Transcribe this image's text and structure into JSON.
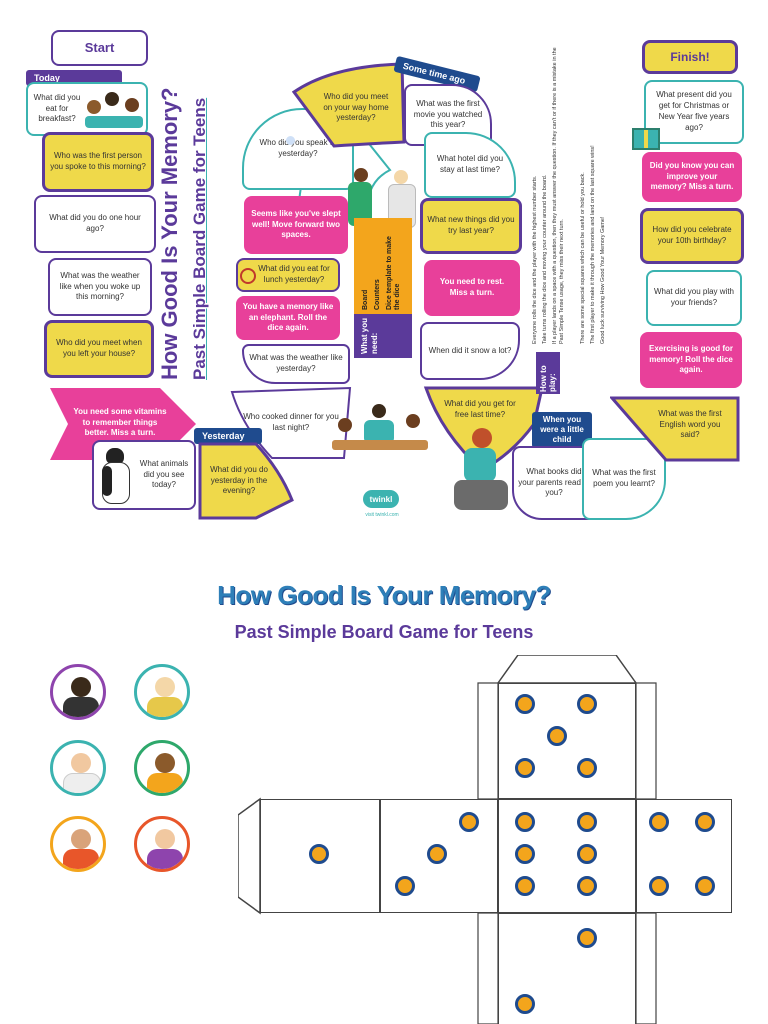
{
  "board": {
    "start_label": "Start",
    "finish_label": "Finish!",
    "vertical_title": "How Good Is Your Memory?",
    "vertical_subtitle": "Past Simple Board Game for Teens",
    "tags": {
      "today": "Today",
      "some_time_ago": "Some time ago",
      "yesterday": "Yesterday",
      "when_little": "When you were a little child"
    },
    "left_column": [
      "What did you eat for breakfast?",
      "Who was the first person you spoke to this morning?",
      "What did you do one hour ago?",
      "What was the weather like when you woke up this morning?",
      "Who did you meet when you left your house?",
      "You need some vitamins to remember things better. Miss a turn.",
      "What animals did you see today?"
    ],
    "arc": [
      "Who did you speak to yesterday?",
      "Who did you meet on your way home yesterday?",
      "What was the first movie you watched this year?",
      "What hotel did you stay at last time?",
      "What new things did you try last year?",
      "You need to rest. Miss a turn.",
      "When did it snow a lot?",
      "What did you get for free last time?",
      "What books did your parents read to you?",
      "What was the first poem you learnt?",
      "What was the first English word you said?"
    ],
    "inner_left": [
      "Seems like you've slept well! Move forward two spaces.",
      "What did you eat for lunch yesterday?",
      "You have a memory like an elephant. Roll the dice again.",
      "What was the weather like yesterday?",
      "Who cooked dinner for you last night?",
      "What did you do yesterday in the evening?"
    ],
    "right_column": [
      "What present did you get for Christmas or New Year five years ago?",
      "Did you know you can improve your memory? Miss a turn.",
      "How did you celebrate your 10th birthday?",
      "What did you play with your friends?",
      "Exercising is good for memory! Roll the dice again."
    ],
    "what_you_need": {
      "heading": "What you need:",
      "items": [
        "Board",
        "Counters",
        "Dice template to make the dice"
      ]
    },
    "how_to_play": {
      "heading": "How to play:",
      "rules": [
        "Everyone rolls the dice and the player with the highest number starts.",
        "Take turns rolling the dice and moving your counter around the board.",
        "If a player lands on a space with a question, then they must answer the question. If they can't or if there is a mistake in the Past Simple Tense usage, they miss their next turn.",
        "There are some special squares which can be useful or hold you back.",
        "The first player to make it through the memories and land on the last square wins!",
        "Good luck surviving How Good Your Memory Game!"
      ]
    },
    "logo": "twinkl",
    "logo_url": "visit twinkl.com"
  },
  "cutout": {
    "title": "How Good Is Your Memory?",
    "subtitle": "Past Simple Board Game for Teens",
    "avatars": [
      "counter-1",
      "counter-2",
      "counter-3",
      "counter-4",
      "counter-5",
      "counter-6"
    ]
  },
  "colors": {
    "purple": "#5b3a9a",
    "pink": "#e8409a",
    "yellow": "#efd94a",
    "teal": "#3bb3b0",
    "navy": "#1f4b8e",
    "orange": "#f3a51c"
  }
}
